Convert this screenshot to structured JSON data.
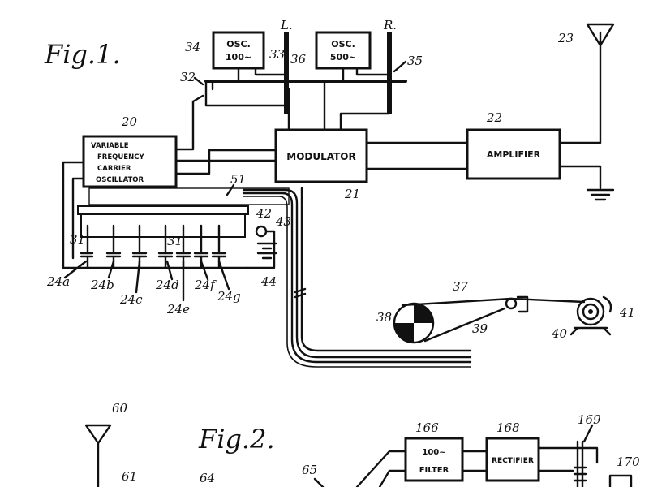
{
  "figures": {
    "fig1_title": "Fig.1.",
    "fig2_title": "Fig.2."
  },
  "fig1": {
    "osc1": {
      "line1": "OSC.",
      "line2": "100~",
      "ref": "34"
    },
    "osc2": {
      "line1": "OSC.",
      "line2": "500~",
      "ref": "36"
    },
    "left_label": "L.",
    "right_label": "R.",
    "modulator": {
      "label": "MODULATOR",
      "ref": "21"
    },
    "amplifier": {
      "label": "AMPLIFIER",
      "ref": "22"
    },
    "vfco": {
      "line1": "VARIABLE",
      "line2": "FREQUENCY",
      "line3": "CARRIER",
      "line4": "OSCILLATOR",
      "ref": "20"
    },
    "antenna_ref": "23",
    "refs": {
      "r33": "33",
      "r35": "35",
      "r32": "32",
      "r51": "51",
      "r31": "31",
      "r42": "42",
      "r43": "43",
      "r44": "44",
      "r37": "37",
      "r38": "38",
      "r39": "39",
      "r40": "40",
      "r41": "41",
      "r24a": "24a",
      "r24b": "24b",
      "r24c": "24c",
      "r24d": "24d",
      "r24e": "24e",
      "r24f": "24f",
      "r24g": "24g"
    }
  },
  "fig2": {
    "antenna_ref": "60",
    "r61": "61",
    "r64": "64",
    "r65": "65",
    "filter": {
      "line1": "100~",
      "line2": "FILTER",
      "ref": "166"
    },
    "rectifier": {
      "label": "RECTIFIER",
      "ref": "168"
    },
    "r169": "169",
    "r170": "170"
  }
}
